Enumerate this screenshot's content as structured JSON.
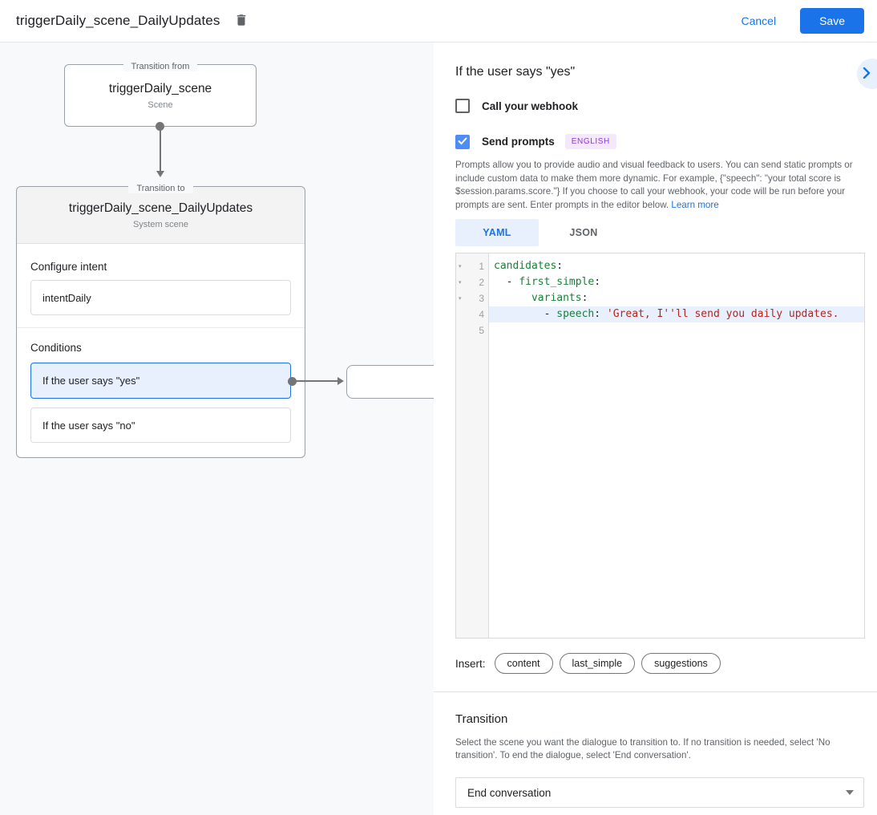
{
  "header": {
    "title": "triggerDaily_scene_DailyUpdates",
    "cancel_label": "Cancel",
    "save_label": "Save"
  },
  "flow": {
    "from_box": {
      "legend": "Transition from",
      "title": "triggerDaily_scene",
      "subtitle": "Scene"
    },
    "to_box": {
      "legend": "Transition to",
      "title": "triggerDaily_scene_DailyUpdates",
      "subtitle": "System scene",
      "intent_label": "Configure intent",
      "intent_value": "intentDaily",
      "conditions_label": "Conditions",
      "conditions": [
        {
          "label": "If the user says \"yes\"",
          "selected": true
        },
        {
          "label": "If the user says \"no\"",
          "selected": false
        }
      ]
    }
  },
  "panel": {
    "title": "If the user says \"yes\"",
    "webhook_label": "Call your webhook",
    "prompts_label": "Send prompts",
    "language_badge": "ENGLISH",
    "description": "Prompts allow you to provide audio and visual feedback to users. You can send static prompts or include custom data to make them more dynamic. For example, {\"speech\": \"your total score is $session.params.score.\"} If you choose to call your webhook, your code will be run before your prompts are sent. Enter prompts in the editor below.",
    "learn_more_label": "Learn more",
    "tabs": [
      {
        "label": "YAML",
        "active": true
      },
      {
        "label": "JSON",
        "active": false
      }
    ],
    "editor": {
      "lines": [
        {
          "num": 1,
          "fold": true,
          "highlight": false,
          "tokens": [
            {
              "cls": "key",
              "text": "candidates"
            },
            {
              "cls": "plain",
              "text": ":"
            }
          ]
        },
        {
          "num": 2,
          "fold": true,
          "highlight": false,
          "tokens": [
            {
              "cls": "plain",
              "text": "  - "
            },
            {
              "cls": "key",
              "text": "first_simple"
            },
            {
              "cls": "plain",
              "text": ":"
            }
          ]
        },
        {
          "num": 3,
          "fold": true,
          "highlight": false,
          "tokens": [
            {
              "cls": "plain",
              "text": "      "
            },
            {
              "cls": "key",
              "text": "variants"
            },
            {
              "cls": "plain",
              "text": ":"
            }
          ]
        },
        {
          "num": 4,
          "fold": false,
          "highlight": true,
          "tokens": [
            {
              "cls": "plain",
              "text": "        - "
            },
            {
              "cls": "key",
              "text": "speech"
            },
            {
              "cls": "plain",
              "text": ": "
            },
            {
              "cls": "str",
              "text": "'Great, I''ll send you daily updates."
            }
          ]
        },
        {
          "num": 5,
          "fold": false,
          "highlight": false,
          "tokens": []
        }
      ]
    },
    "insert_label": "Insert:",
    "insert_chips": [
      "content",
      "last_simple",
      "suggestions"
    ],
    "transition": {
      "title": "Transition",
      "description": "Select the scene you want the dialogue to transition to. If no transition is needed, select 'No transition'. To end the dialogue, select 'End conversation'.",
      "selected_value": "End conversation"
    }
  },
  "colors": {
    "accent_blue": "#1a73e8",
    "selected_condition_bg": "#e8f0fe",
    "code_key_green": "#188038",
    "code_string_red": "#b3261e",
    "badge_purple_text": "#9334e6",
    "badge_purple_bg": "#f4e8fd"
  }
}
